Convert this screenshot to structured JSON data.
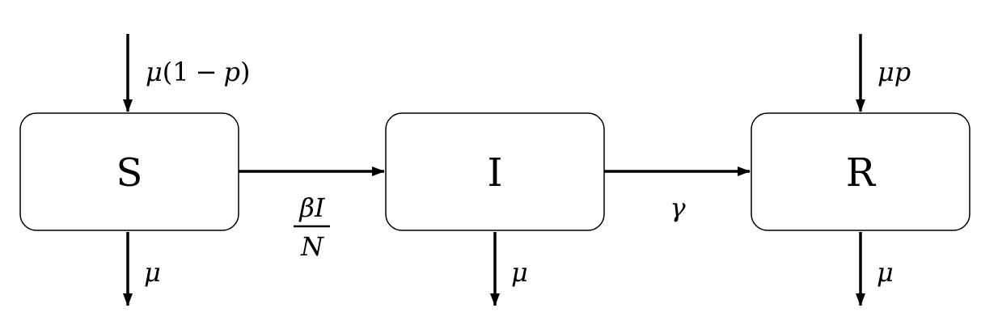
{
  "compartments": {
    "s": "S",
    "i": "I",
    "r": "R"
  },
  "rates": {
    "s_inflow_mu": "μ",
    "s_inflow_open": "(",
    "s_inflow_one": "1",
    "s_inflow_minus": "−",
    "s_inflow_p": "p",
    "s_inflow_close": ")",
    "r_inflow": "μp",
    "s_outflow": "μ",
    "i_outflow": "μ",
    "r_outflow": "μ",
    "infection_numerator": "βI",
    "infection_denominator": "N",
    "recovery": "γ"
  }
}
